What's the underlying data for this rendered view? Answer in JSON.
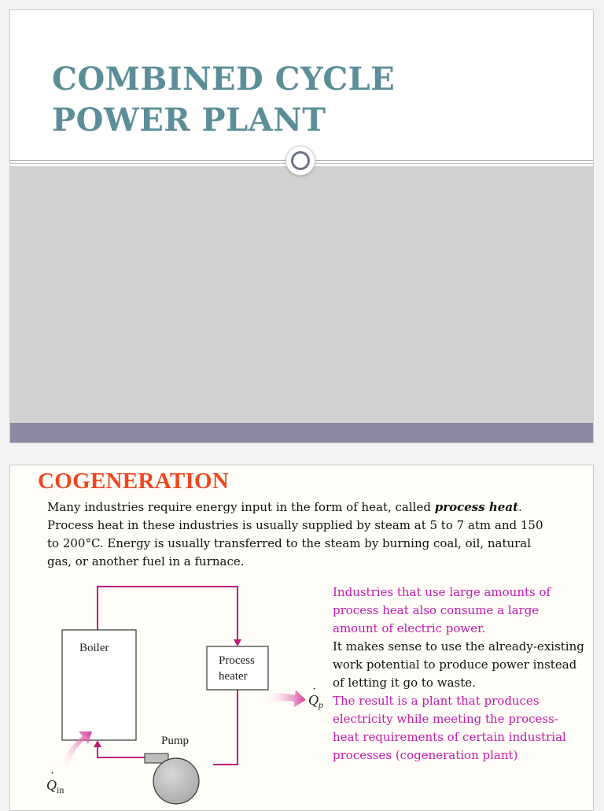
{
  "slide1": {
    "title_line1": "COMBINED CYCLE",
    "title_line2": "POWER PLANT"
  },
  "slide2": {
    "title": "COGENERATION",
    "intro_part1": "Many industries require energy input in the form of heat, called ",
    "intro_emphasis": "process heat",
    "intro_part2": ". Process heat in these industries is usually supplied by steam at 5 to 7 atm and 150 to 200°C. Energy is usually transferred to the steam by burning coal, oil, natural gas, or another fuel in a furnace.",
    "right_text_1": "Industries that use large amounts of process heat also consume a large amount of electric power.",
    "right_text_2": "It makes sense to use the already-existing work potential to produce power instead of letting it go to waste.",
    "right_text_3": "The result is a plant that produces electricity while meeting the process-heat requirements of certain industrial processes (cogeneration plant)",
    "diagram": {
      "boiler_label": "Boiler",
      "process_label_1": "Process",
      "process_label_2": "heater",
      "pump_label": "Pump",
      "q_in": "Q",
      "q_in_sub": "in",
      "q_p": "Q",
      "q_p_sub": "p"
    },
    "colors": {
      "title": "#f0461f",
      "magenta": "#c21ab0",
      "pipe": "#c0187a"
    }
  }
}
